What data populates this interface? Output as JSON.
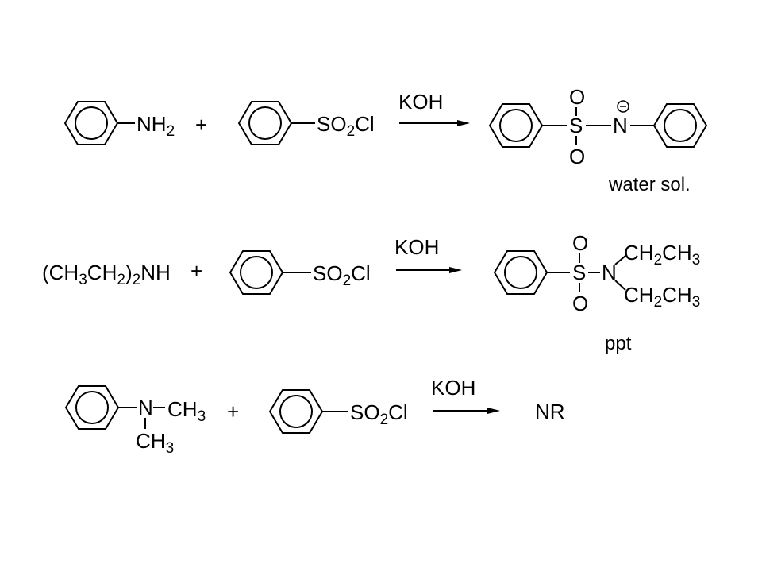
{
  "reaction_1": {
    "aniline_group": "NH",
    "aniline_sub": "2",
    "plus": "+",
    "sulfonyl_s": "SO",
    "sulfonyl_sub": "2",
    "sulfonyl_cl": "Cl",
    "reagent": "KOH",
    "product_o_top": "O",
    "product_s": "S",
    "product_o_bottom": "O",
    "product_n": "N",
    "charge": "−",
    "note": "water sol."
  },
  "reaction_2": {
    "amine_a": "(CH",
    "amine_sub1": "3",
    "amine_b": "CH",
    "amine_sub2": "2",
    "amine_c": ")",
    "amine_sub3": "2",
    "amine_d": "NH",
    "plus": "+",
    "sulfonyl_s": "SO",
    "sulfonyl_sub": "2",
    "sulfonyl_cl": "Cl",
    "reagent": "KOH",
    "product_o_top": "O",
    "product_s": "S",
    "product_o_bottom": "O",
    "product_n": "N",
    "ethyl_a": "CH",
    "ethyl_sub1": "2",
    "ethyl_b": "CH",
    "ethyl_sub2": "3",
    "note": "ppt"
  },
  "reaction_3": {
    "amine_n": "N",
    "methyl_a": "CH",
    "methyl_sub": "3",
    "plus": "+",
    "sulfonyl_s": "SO",
    "sulfonyl_sub": "2",
    "sulfonyl_cl": "Cl",
    "reagent": "KOH",
    "result": "NR"
  }
}
